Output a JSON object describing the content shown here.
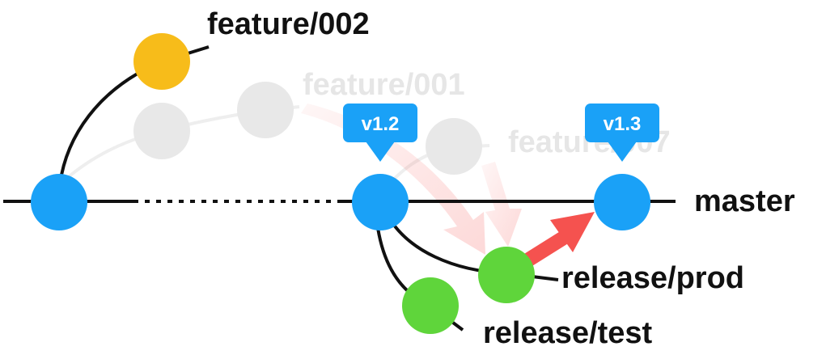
{
  "branches": {
    "master": "master",
    "feature_002": "feature/002",
    "feature_001": "feature/001",
    "feature_007": "feature/007",
    "release_prod": "release/prod",
    "release_test": "release/test"
  },
  "tags": {
    "v1_2": "v1.2",
    "v1_3": "v1.3"
  },
  "colors": {
    "master_commit": "#1aa1f7",
    "feature_002_commit": "#f7bc1a",
    "release_commit": "#5fd53b",
    "faded_commit": "#e8e8e8",
    "tag_fill": "#1aa1f7",
    "merge_arrow": "#f5524f",
    "line": "#111111"
  }
}
